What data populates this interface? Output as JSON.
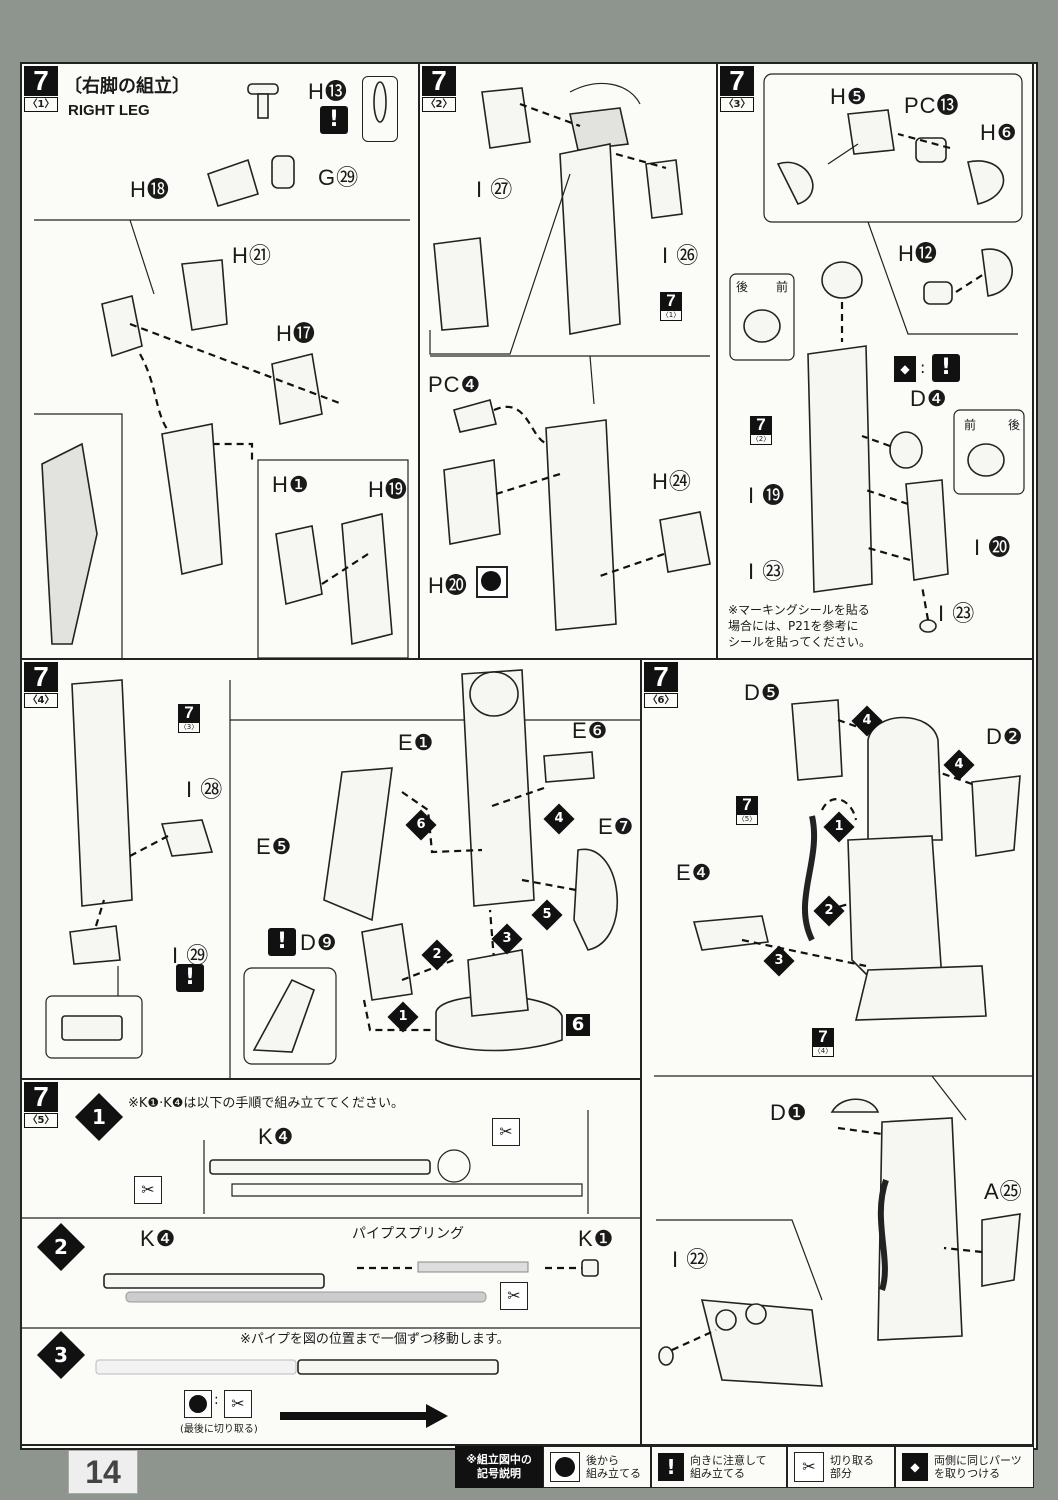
{
  "page_number": "14",
  "step1": {
    "step": "7",
    "sub": "〈1〉",
    "title_jp": "〔右脚の組立〕",
    "title_en": "RIGHT LEG",
    "labels": {
      "h13": "H⓭",
      "g29": "G㉙",
      "h18": "H⓲",
      "h21": "H㉑",
      "h17": "H⓱",
      "h1": "H❶",
      "h19": "H⓳"
    }
  },
  "step2": {
    "step": "7",
    "sub": "〈2〉",
    "labels": {
      "i27": "I ㉗",
      "i26": "I ㉖",
      "pc4": "PC❹",
      "h24": "H㉔",
      "h20": "H⓴"
    },
    "ref": {
      "num": "7",
      "sub": "〈1〉"
    }
  },
  "step3": {
    "step": "7",
    "sub": "〈3〉",
    "labels": {
      "h5": "H❺",
      "pc13": "PC⓭",
      "h6": "H❻",
      "h12": "H⓬",
      "d4": "D❹",
      "i19": "I ⓳",
      "i20": "I ⓴",
      "i23a": "I ㉓",
      "i23b": "I ㉓"
    },
    "back": "後",
    "front": "前",
    "ref": {
      "num": "7",
      "sub": "〈2〉"
    },
    "note": [
      "※マーキングシールを貼る",
      "場合には、P21を参考に",
      "シールを貼ってください。"
    ]
  },
  "step4": {
    "step": "7",
    "sub": "〈4〉",
    "labels": {
      "i28": "I ㉘",
      "i29": "I ㉙",
      "e1": "E❶",
      "e6": "E❻",
      "e7": "E❼",
      "e5": "E❺",
      "d9": "D❾"
    },
    "ref": {
      "num": "7",
      "sub": "〈3〉"
    },
    "part_number": "6"
  },
  "step5": {
    "step": "7",
    "sub": "〈5〉",
    "note": "※K❶·K❹は以下の手順で組み立ててください。",
    "k4": "K❹",
    "k1": "K❶",
    "pipe_spring": "パイプスプリング",
    "move_note": "※パイプを図の位置まで一個ずつ移動します。",
    "cut_last": "(最後に切り取る)"
  },
  "step6": {
    "step": "7",
    "sub": "〈6〉",
    "labels": {
      "d5": "D❺",
      "d2": "D❷",
      "e4": "E❹",
      "d1": "D❶",
      "a25": "A㉕",
      "i22": "I ㉒"
    },
    "ref5": {
      "num": "7",
      "sub": "〈5〉"
    },
    "ref4": {
      "num": "7",
      "sub": "〈4〉"
    }
  },
  "legend": {
    "title": [
      "※組立図中の",
      "記号説明"
    ],
    "items": [
      {
        "icon": "back-assembly-icon",
        "text": [
          "後から",
          "組み立てる"
        ]
      },
      {
        "icon": "caution-icon",
        "text": [
          "向きに注意して",
          "組み立てる"
        ]
      },
      {
        "icon": "cut-icon",
        "text": [
          "切り取る",
          "部分"
        ]
      },
      {
        "icon": "both-sides-icon",
        "text": [
          "両側に同じパーツ",
          "を取りつける"
        ]
      }
    ]
  }
}
